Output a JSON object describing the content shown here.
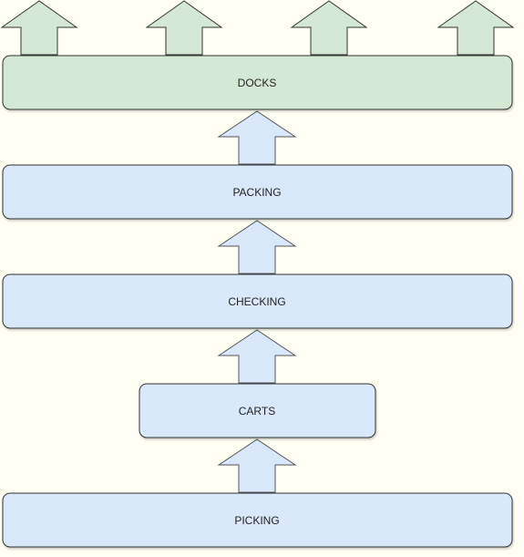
{
  "diagram": {
    "background_color": "#fffff4",
    "stages": [
      {
        "id": "docks",
        "label": "DOCKS",
        "fill": "#d5e8d4",
        "stroke": "#333333"
      },
      {
        "id": "packing",
        "label": "PACKING",
        "fill": "#dae8fc",
        "stroke": "#333333"
      },
      {
        "id": "checking",
        "label": "CHECKING",
        "fill": "#dae8fc",
        "stroke": "#333333"
      },
      {
        "id": "carts",
        "label": "CARTS",
        "fill": "#dae8fc",
        "stroke": "#333333"
      },
      {
        "id": "picking",
        "label": "PICKING",
        "fill": "#dae8fc",
        "stroke": "#333333"
      }
    ],
    "flow_arrows": [
      {
        "from": "picking",
        "to": "carts",
        "fill": "#dae8fc",
        "stroke": "#555555"
      },
      {
        "from": "carts",
        "to": "checking",
        "fill": "#dae8fc",
        "stroke": "#555555"
      },
      {
        "from": "checking",
        "to": "packing",
        "fill": "#dae8fc",
        "stroke": "#555555"
      },
      {
        "from": "packing",
        "to": "docks",
        "fill": "#dae8fc",
        "stroke": "#555555"
      }
    ],
    "outbound_arrows": {
      "count": 4,
      "fill": "#d5e8d4",
      "stroke": "#333333"
    }
  }
}
